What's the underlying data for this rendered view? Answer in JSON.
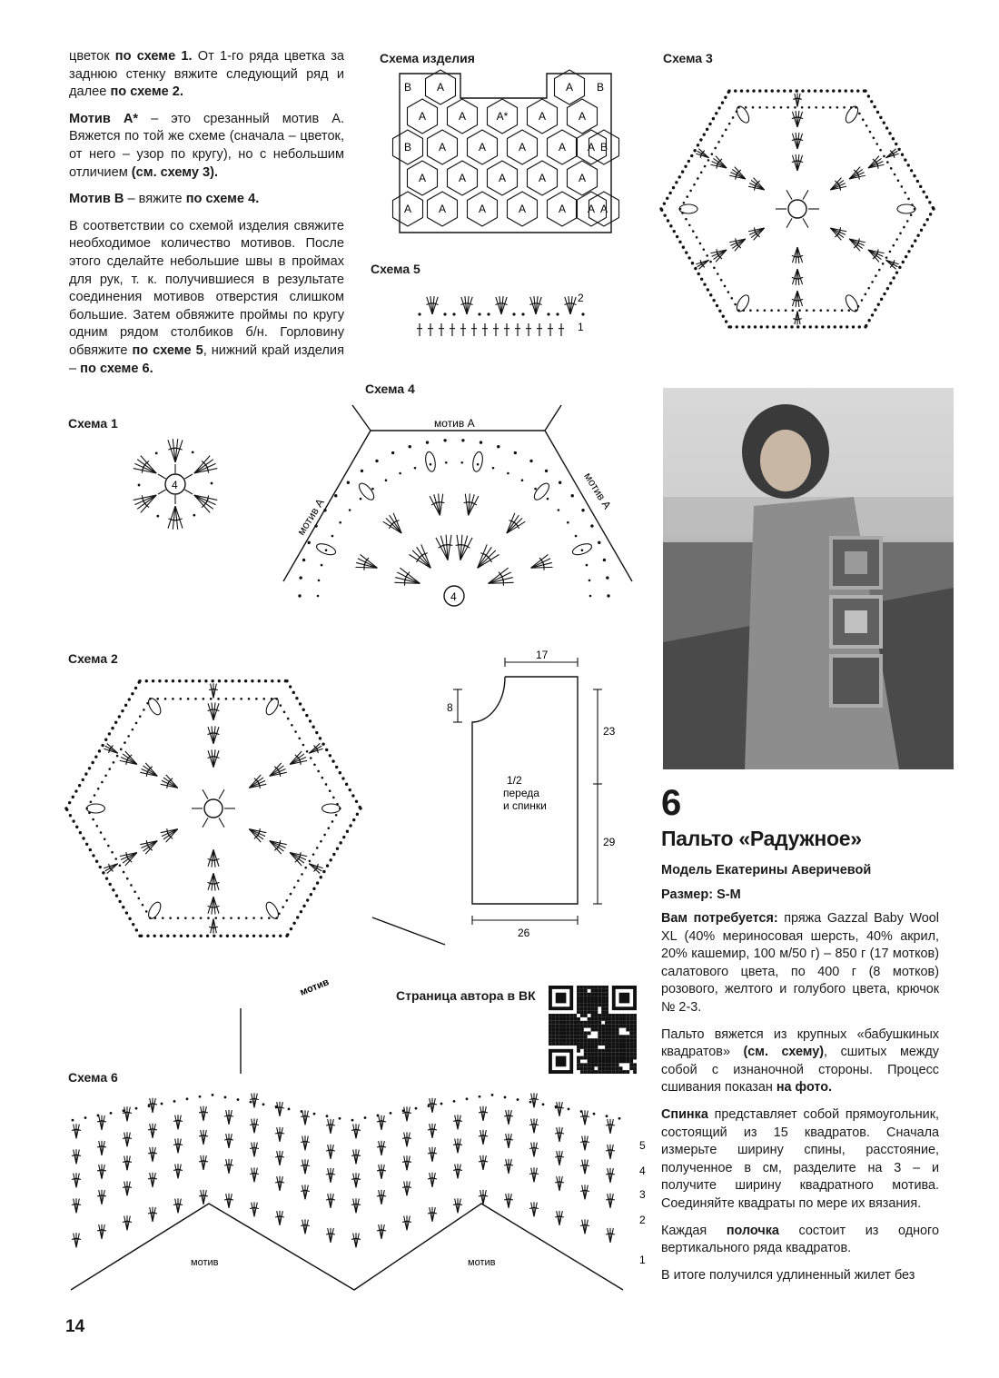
{
  "left_text": {
    "p1_a": "цветок ",
    "p1_b": "по схеме 1.",
    "p1_c": " От 1-го ряда цветка за заднюю стенку вяжите следующий ряд и далее ",
    "p1_d": "по схеме 2.",
    "p2_a": "Мотив А*",
    "p2_b": " – это срезанный мотив А. Вяжется по той же схеме (сначала – цветок, от него – узор по кругу), но с небольшим отличием ",
    "p2_c": "(см. схему 3).",
    "p3_a": "Мотив В",
    "p3_b": " – вяжите ",
    "p3_c": "по схеме 4.",
    "p4_a": "В соответствии со схемой изделия свяжите необходимое количество мотивов. После этого сделайте небольшие швы в проймах для рук, т. к. получившиеся в результате соединения мотивов отверстия слишком большие. Затем обвяжите проймы по кругу одним рядом столбиков б/н. Горловину обвяжите ",
    "p4_b": "по схеме 5",
    "p4_c": ", нижний край изделия – ",
    "p4_d": "по схеме 6."
  },
  "scheme_titles": {
    "izdelie": "Схема изделия",
    "s1": "Схема 1",
    "s2": "Схема 2",
    "s3": "Схема 3",
    "s4": "Схема 4",
    "s5": "Схема 5",
    "s6": "Схема 6"
  },
  "scheme_izdelie": {
    "row1_left": [
      "В",
      "А"
    ],
    "row1_right": [
      "А",
      "В"
    ],
    "row2": [
      "А",
      "А",
      "А*",
      "А",
      "А"
    ],
    "row3": [
      "В",
      "А",
      "А",
      "А",
      "А",
      "А",
      "В"
    ],
    "row4": [
      "А",
      "А",
      "А",
      "А",
      "А"
    ],
    "row5": [
      "А",
      "А",
      "А",
      "А",
      "А",
      "А",
      "А"
    ]
  },
  "scheme4": {
    "top": "мотив А",
    "left": "мотив А",
    "right": "мотив А",
    "center": "4"
  },
  "scheme1": {
    "center": "4"
  },
  "scheme5": {
    "rows": [
      "2",
      "1"
    ]
  },
  "scheme6": {
    "rows": [
      "5",
      "4",
      "3",
      "2",
      "1"
    ],
    "motif1": "мотив",
    "motif2": "мотив"
  },
  "scheme2": {
    "motif": "мотив"
  },
  "pattern": {
    "w_top": "17",
    "neck": "8",
    "h1": "23",
    "h2": "29",
    "w_bottom": "26",
    "label": "1/2\nпереда\nи спинки"
  },
  "qr_caption": "Страница автора в ВК",
  "article": {
    "number": "6",
    "title": "Пальто «Радужное»",
    "author": "Модель Екатерины Аверичевой",
    "size": "Размер: S-M",
    "need_label": "Вам потребуется:",
    "need_text": " пряжа Gazzal Baby Wool XL (40% мериносовая шерсть, 40% акрил, 20% кашемир, 100 м/50 г) – 850 г (17 мотков) салатового цвета, по 400 г (8 мотков) розового, желтого и голубого цвета, крючок № 2-3.",
    "p2_a": "Пальто вяжется из крупных «бабушкиных квадратов» ",
    "p2_b": "(см. схему)",
    "p2_c": ", сшитых между собой с изнаночной стороны. Процесс сшивания показан ",
    "p2_d": "на фото.",
    "p3_a": "Спинка",
    "p3_b": " представляет собой прямоугольник, состоящий из 15 квадратов. Сначала измерьте ширину спины, расстояние, полученное в см, разделите на 3 – и получите ширину квадратного мотива. Соединяйте квадраты по мере их вязания.",
    "p4_a": "Каждая ",
    "p4_b": "полочка",
    "p4_c": " состоит из одного вертикального ряда квадратов.",
    "p5": "В итоге получился удлиненный жилет без"
  },
  "page_number": "14"
}
